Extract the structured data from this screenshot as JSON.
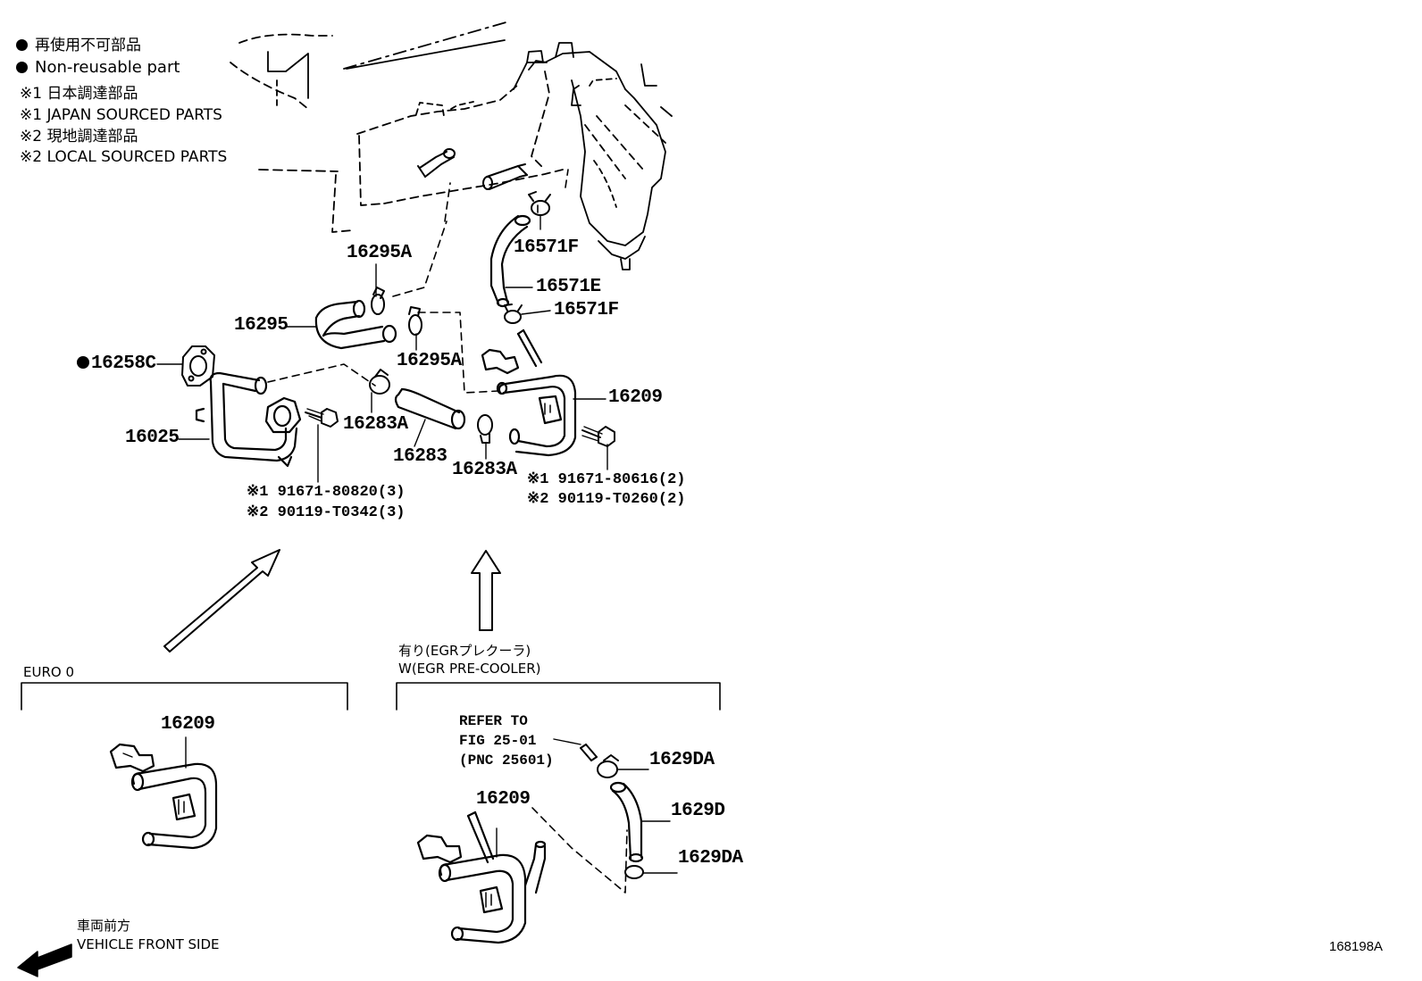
{
  "legend": {
    "non_reusable_jp": "再使用不可部品",
    "non_reusable_en": "Non-reusable part",
    "note1_jp": "※1 日本調達部品",
    "note1_en": "※1 JAPAN SOURCED PARTS",
    "note2_jp": "※2 現地調達部品",
    "note2_en": "※2 LOCAL SOURCED PARTS"
  },
  "parts": {
    "p16295A_top": "16295A",
    "p16571F_top": "16571F",
    "p16571E": "16571E",
    "p16571F_bottom": "16571F",
    "p16295": "16295",
    "p16258C": "16258C",
    "p16295A_bottom": "16295A",
    "p16209_main": "16209",
    "p16025": "16025",
    "p16283A_left": "16283A",
    "p16283": "16283",
    "p16283A_right": "16283A",
    "bolt_left_1": "※1 91671-80820(3)",
    "bolt_left_2": "※2 90119-T0342(3)",
    "bolt_right_1": "※1 91671-80616(2)",
    "bolt_right_2": "※2 90119-T0260(2)",
    "p16209_euro": "16209",
    "p16209_egr": "16209",
    "p1629DA_top": "1629DA",
    "p1629D": "1629D",
    "p1629DA_bottom": "1629DA"
  },
  "variants": {
    "euro_label": "EURO 0",
    "egr_label_jp": "有り(EGRプレクーラ)",
    "egr_label_en": "W(EGR PRE-COOLER)",
    "refer_line1": "REFER TO",
    "refer_line2": "FIG 25-01",
    "refer_line3": "(PNC 25601)"
  },
  "footer": {
    "front_jp": "車両前方",
    "front_en": "VEHICLE FRONT SIDE",
    "diagram_code": "168198A"
  }
}
